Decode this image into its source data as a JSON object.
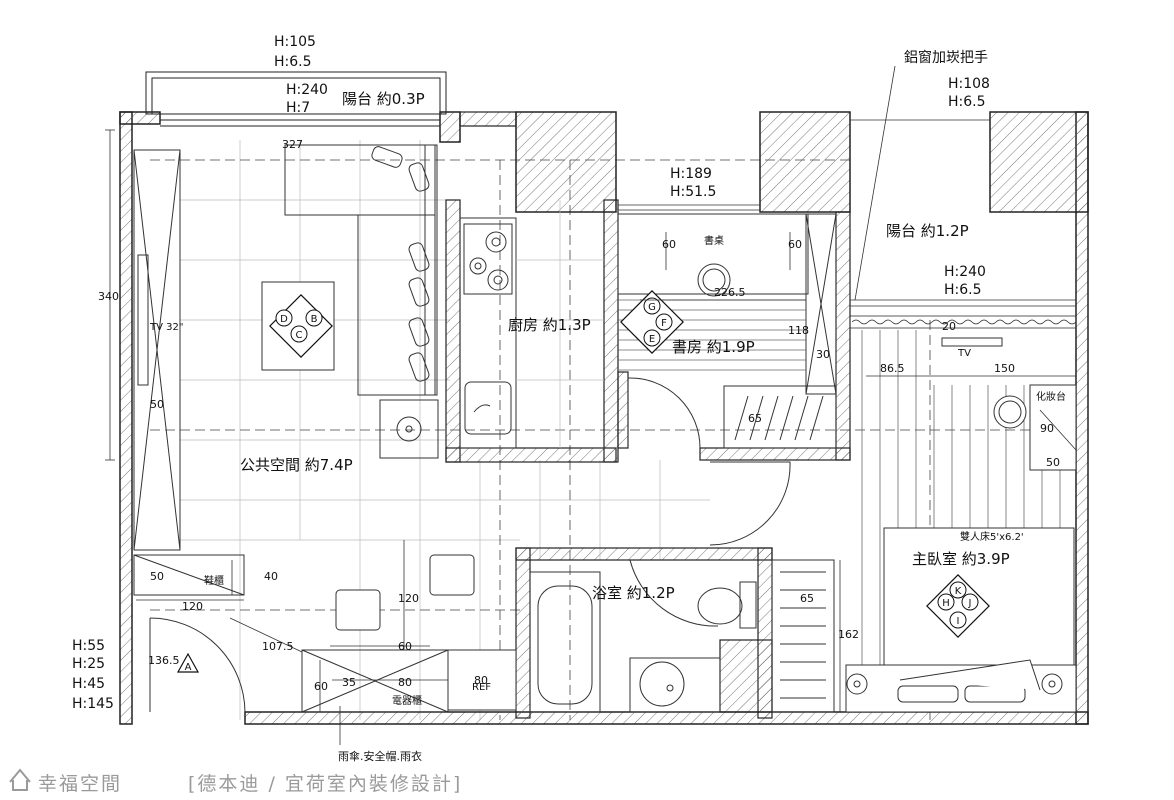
{
  "rooms": {
    "balcony_small": "陽台  約0.3P",
    "public_space": "公共空間  約7.4P",
    "kitchen": "廚房  約1.3P",
    "study": "書房  約1.9P",
    "balcony_large": "陽台  約1.2P",
    "master_bedroom": "主臥室  約3.9P",
    "bathroom": "浴室  約1.2P"
  },
  "heights": {
    "balcony_top_1": "H:105",
    "balcony_top_2": "H:6.5",
    "balcony_win_1": "H:240",
    "balcony_win_2": "H:7",
    "study_win_1": "H:189",
    "study_win_2": "H:51.5",
    "right_win_1": "H:108",
    "right_win_2": "H:6.5",
    "bed_win_1": "H:240",
    "bed_win_2": "H:6.5",
    "entry_1": "H:55",
    "entry_2": "H:25",
    "entry_3": "H:45",
    "entry_4": "H:145"
  },
  "labels": {
    "window_handle": "鋁窗加崁把手",
    "desk": "書桌",
    "tv_living": "TV 32\"",
    "tv_bed": "TV",
    "shoe_cabinet": "鞋櫃",
    "appliance_cabinet": "電器櫃",
    "fridge": "REF",
    "vanity": "化妝台",
    "double_bed": "雙人床5'x6.2'",
    "umbrella_note": "雨傘.安全帽.雨衣"
  },
  "dims": {
    "d327": "327",
    "d340": "340",
    "d50a": "50",
    "d50b": "50",
    "d40": "40",
    "d120a": "120",
    "d120b": "120",
    "d1075": "107.5",
    "d1365": "136.5",
    "d60a": "60",
    "d35": "35",
    "d80a": "80",
    "d80b": "80",
    "d60b": "60",
    "d60c": "60",
    "d60d": "60",
    "d2265": "226.5",
    "d118": "118",
    "d30": "30",
    "d65a": "65",
    "d65b": "65",
    "d162": "162",
    "d20": "20",
    "d865": "86.5",
    "d150": "150",
    "d90": "90",
    "d50c": "50"
  },
  "markers": [
    "A",
    "B",
    "C",
    "D",
    "E",
    "F",
    "G",
    "H",
    "I",
    "J",
    "K"
  ],
  "watermark": {
    "brand": "幸福空間",
    "designer": "[德本迪 / 宜荷室內裝修設計]"
  }
}
